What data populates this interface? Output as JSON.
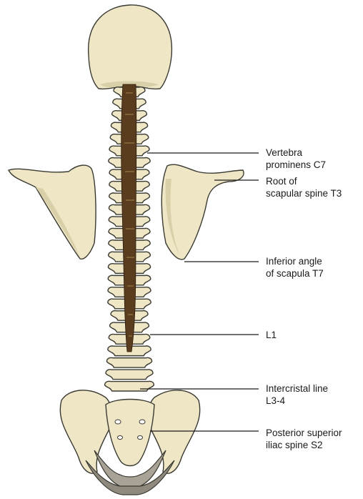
{
  "labels": [
    {
      "id": "c7",
      "lines": [
        "Vertebra",
        "prominens C7"
      ]
    },
    {
      "id": "t3",
      "lines": [
        "Root of",
        "scapular spine T3"
      ]
    },
    {
      "id": "t7",
      "lines": [
        "Inferior angle",
        "of scapula T7"
      ]
    },
    {
      "id": "l1",
      "lines": [
        "L1"
      ]
    },
    {
      "id": "l34",
      "lines": [
        "Intercristal line",
        "L3-4"
      ]
    },
    {
      "id": "s2",
      "lines": [
        "Posterior superior",
        "iliac spine S2"
      ]
    }
  ],
  "colors": {
    "bone": "#efe6c6",
    "canal": "#5a3d1e",
    "sacral_stipple": "#9a948a"
  }
}
